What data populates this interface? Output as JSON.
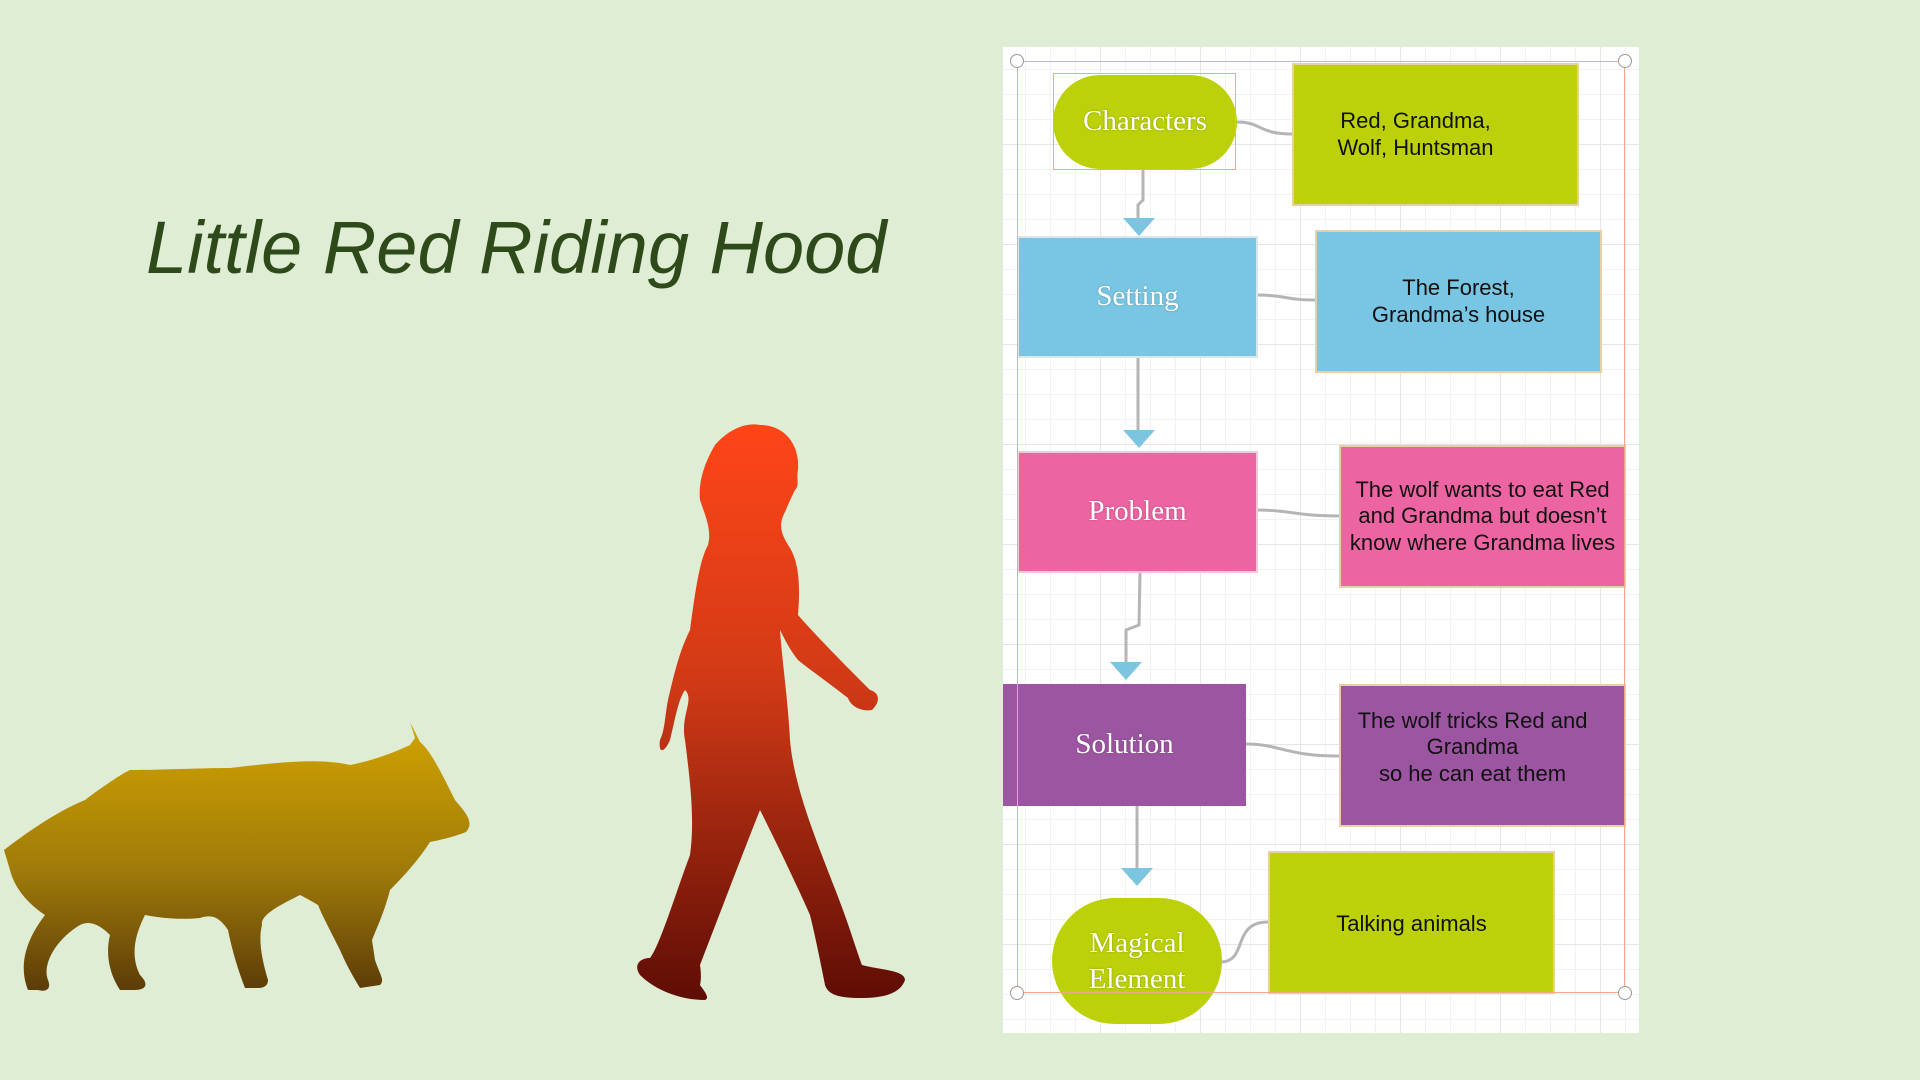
{
  "title": "Little Red Riding Hood",
  "colors": {
    "background": "#dfedd5",
    "lime": "#bcd10a",
    "blue": "#78c6e3",
    "pink": "#ec64a1",
    "purple": "#9c55a0",
    "arrow": "#7cc5e0",
    "title": "#2f4a1a"
  },
  "diagram": {
    "nodes": [
      {
        "label": "Characters",
        "description": "Red, Grandma,\nWolf, Huntsman"
      },
      {
        "label": "Setting",
        "description": "The Forest,\nGrandma’s house"
      },
      {
        "label": "Problem",
        "description": "The wolf wants to eat Red\nand Grandma but doesn’t\nknow where Grandma lives"
      },
      {
        "label": "Solution",
        "description": "The  wolf tricks Red and\nGrandma\nso he can eat them"
      },
      {
        "label": "Magical\nElement",
        "description": "Talking animals"
      }
    ]
  },
  "illustrations": {
    "wolf": "wolf-silhouette",
    "girl": "walking-girl-silhouette"
  }
}
